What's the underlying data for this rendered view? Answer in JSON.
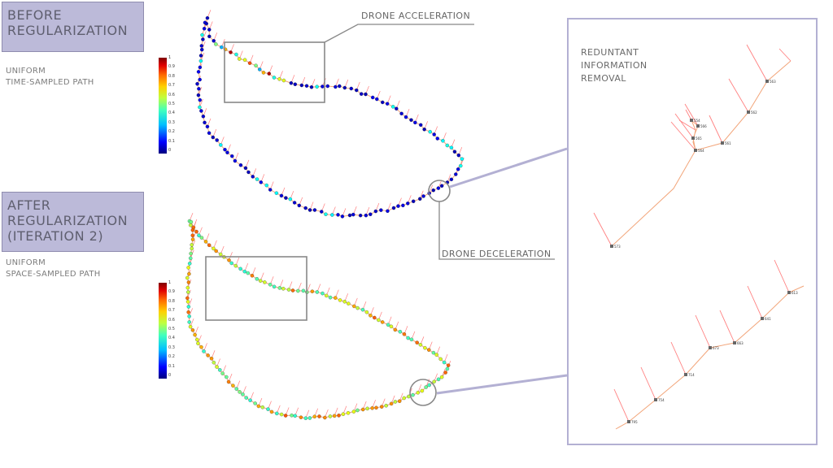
{
  "before": {
    "title_lines": [
      "BEFORE",
      "REGULARIZATION"
    ],
    "subtitle_lines": [
      "UNIFORM",
      "TIME-SAMPLED PATH"
    ]
  },
  "after": {
    "title_lines": [
      "AFTER",
      "REGULARIZATION",
      "(ITERATION 2)"
    ],
    "subtitle_lines": [
      "UNIFORM",
      "SPACE-SAMPLED PATH"
    ]
  },
  "annotations": {
    "acceleration": "DRONE ACCELERATION",
    "deceleration": "DRONE DECELERATION",
    "redundant_lines": [
      "REDUNTANT",
      "INFORMATION",
      "REMOVAL"
    ]
  },
  "colorbar_ticks": [
    "1",
    "0.9",
    "0.8",
    "0.7",
    "0.6",
    "0.5",
    "0.4",
    "0.3",
    "0.2",
    "0.1",
    "0"
  ],
  "colors": {
    "label_bg": "#bcbad9",
    "path_line": "#f2a57a",
    "normal_ray": "#ff8080",
    "callout": "#888888",
    "zoom_link": "#b3b0d3"
  },
  "zoom_top_labels": [
    "573",
    "561",
    "562",
    "563",
    "564",
    "565",
    "566",
    "554"
  ],
  "zoom_bottom_labels": [
    "795",
    "754",
    "714",
    "673",
    "663",
    "641",
    "613"
  ]
}
